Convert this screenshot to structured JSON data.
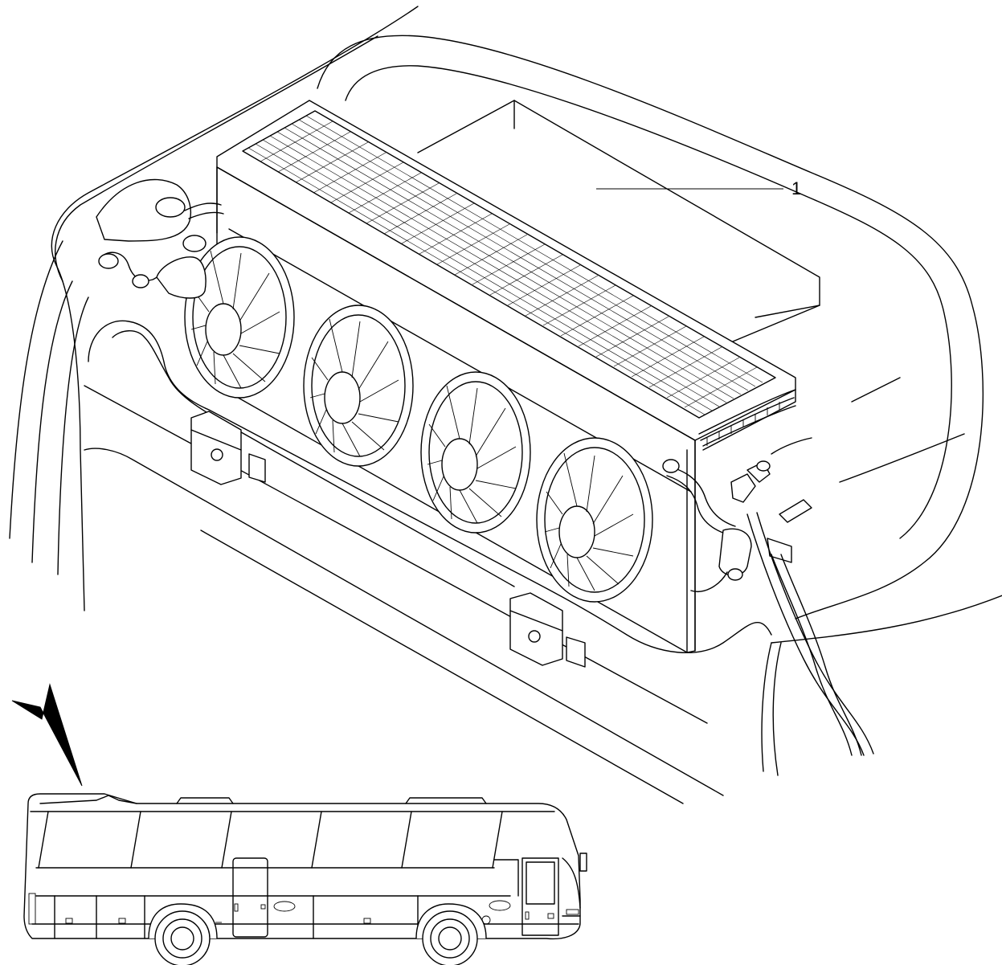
{
  "callouts": [
    {
      "id": "1",
      "label": "1"
    }
  ],
  "scene": {
    "main_view": "roof-mounted-condenser-unit",
    "fan_count": 4,
    "inset_view": "coach-side-elevation",
    "view_arrow": "arrow-pointing-to-roof"
  },
  "colors": {
    "line": "#000000",
    "background": "#ffffff"
  }
}
